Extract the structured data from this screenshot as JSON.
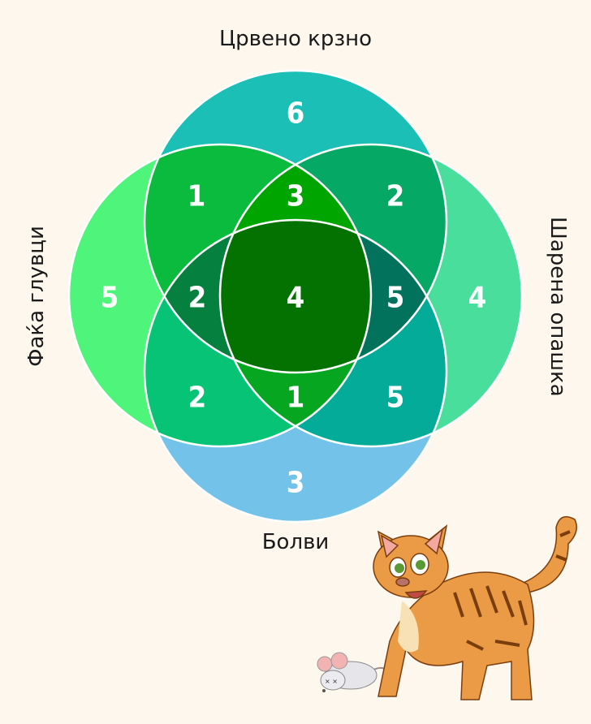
{
  "sets": {
    "top": "Црвено крзно",
    "bottom": "Болви",
    "left": "Фаќа глувци",
    "right": "Шарена опашка"
  },
  "regions": {
    "top_only": "6",
    "left_only": "5",
    "right_only": "4",
    "bottom_only": "3",
    "top_left": "1",
    "top_right": "2",
    "left_bottom": "2",
    "right_bottom": "5",
    "top_left_right": "3",
    "top_left_bottom": "2",
    "top_right_bottom": "5",
    "left_right_bottom": "1",
    "all": "4"
  },
  "colors": {
    "background": "#fdf7ee",
    "top_only": "#1bbfb6",
    "left_only": "#4ff57a",
    "right_only": "#4ade9d",
    "bottom_only": "#72c2ea",
    "top_left": "#0abb3e",
    "top_right": "#05a865",
    "left_bottom": "#06c375",
    "right_bottom": "#04ab98",
    "top_left_right": "#00a500",
    "top_left_bottom": "#06803f",
    "top_right_bottom": "#03725c",
    "left_right_bottom": "#06a620",
    "all": "#037200"
  }
}
